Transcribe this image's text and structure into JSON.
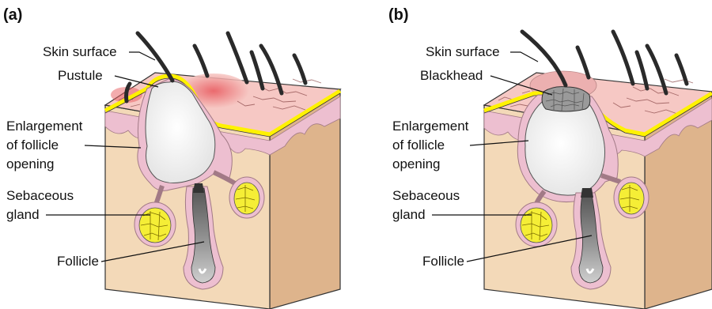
{
  "colors": {
    "tissue_front": "#f3d9b8",
    "tissue_side": "#deb48c",
    "skin_top": "#f6c8c4",
    "dermis_pink": "#edbfd0",
    "surface_line": "#fff200",
    "gland_yellow": "#f5ee36",
    "inflamed_red": "#e8595e",
    "pustule_white": "#ffffff",
    "blackhead_gray": "#9a9a9a",
    "hair": "#2a2a2a"
  },
  "panel_a": {
    "letter": "(a)",
    "labels": {
      "skin_surface": "Skin surface",
      "pustule": "Pustule",
      "enlargement_line1": "Enlargement",
      "enlargement_line2": "of follicle",
      "enlargement_line3": "opening",
      "sebaceous_line1": "Sebaceous",
      "sebaceous_line2": "gland",
      "follicle": "Follicle"
    }
  },
  "panel_b": {
    "letter": "(b)",
    "labels": {
      "skin_surface": "Skin surface",
      "blackhead": "Blackhead",
      "enlargement_line1": "Enlargement",
      "enlargement_line2": "of follicle",
      "enlargement_line3": "opening",
      "sebaceous_line1": "Sebaceous",
      "sebaceous_line2": "gland",
      "follicle": "Follicle"
    }
  }
}
